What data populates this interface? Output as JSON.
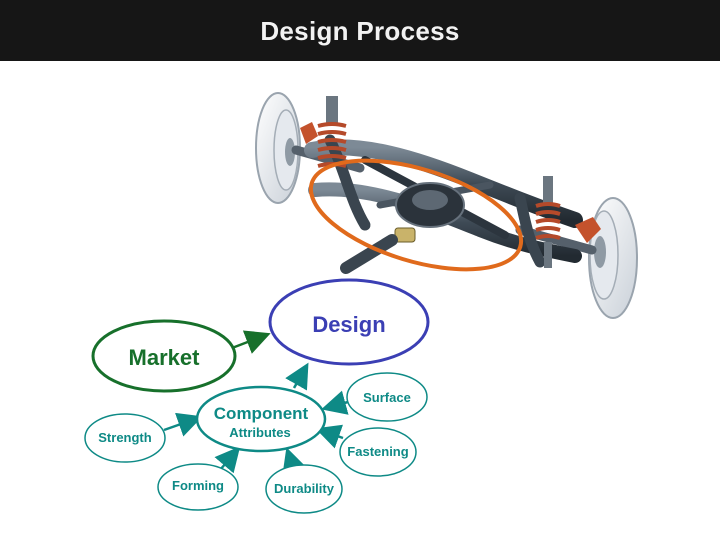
{
  "slide": {
    "title": "Design Process"
  },
  "colors": {
    "title_bar": "#161616",
    "title_text": "#f2f2f2",
    "design": "#3b3fb4",
    "market": "#17702b",
    "component": "#0e8a86",
    "highlight": "#e06a1c",
    "spring": "#b54a2a"
  },
  "illustration": {
    "subject": "car rear suspension assembly"
  },
  "diagram": {
    "design": "Design",
    "market": "Market",
    "component_line1": "Component",
    "component_line2": "Attributes",
    "surface": "Surface",
    "fastening": "Fastening",
    "strength": "Strength",
    "forming": "Forming",
    "durability": "Durability"
  }
}
